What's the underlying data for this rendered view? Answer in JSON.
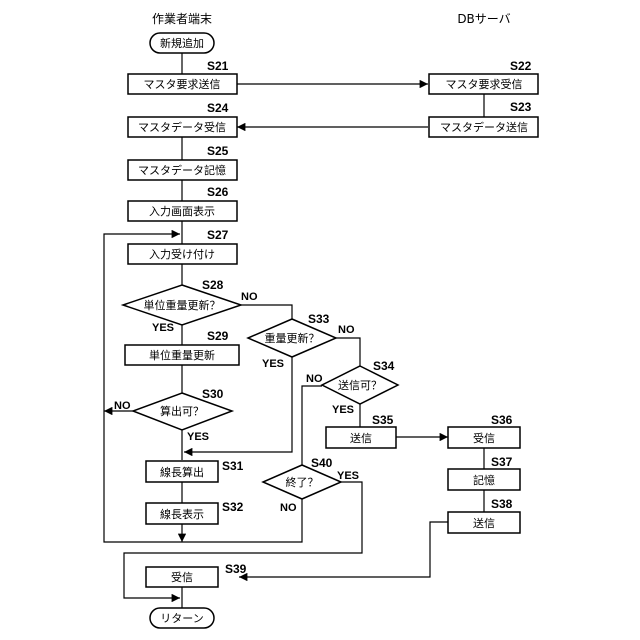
{
  "headers": {
    "terminal": "作業者端末",
    "server": "DBサーバ"
  },
  "nodes": {
    "start": {
      "text": "新規追加"
    },
    "s21": {
      "text": "マスタ要求送信",
      "step": "S21"
    },
    "s22": {
      "text": "マスタ要求受信",
      "step": "S22"
    },
    "s23": {
      "text": "マスタデータ送信",
      "step": "S23"
    },
    "s24": {
      "text": "マスタデータ受信",
      "step": "S24"
    },
    "s25": {
      "text": "マスタデータ記憶",
      "step": "S25"
    },
    "s26": {
      "text": "入力画面表示",
      "step": "S26"
    },
    "s27": {
      "text": "入力受け付け",
      "step": "S27"
    },
    "s28": {
      "text": "単位重量更新？",
      "step": "S28"
    },
    "s29": {
      "text": "単位重量更新",
      "step": "S29"
    },
    "s30": {
      "text": "算出可？",
      "step": "S30"
    },
    "s31": {
      "text": "線長算出",
      "step": "S31"
    },
    "s32": {
      "text": "線長表示",
      "step": "S32"
    },
    "s33": {
      "text": "重量更新？",
      "step": "S33"
    },
    "s34": {
      "text": "送信可？",
      "step": "S34"
    },
    "s35": {
      "text": "送信",
      "step": "S35"
    },
    "s36": {
      "text": "受信",
      "step": "S36"
    },
    "s37": {
      "text": "記憶",
      "step": "S37"
    },
    "s38": {
      "text": "送信",
      "step": "S38"
    },
    "s39": {
      "text": "受信",
      "step": "S39"
    },
    "s40": {
      "text": "終了？",
      "step": "S40"
    },
    "end": {
      "text": "リターン"
    }
  },
  "labels": {
    "s28_no": "NO",
    "s28_yes": "YES",
    "s33_no": "NO",
    "s33_yes": "YES",
    "s34_no": "NO",
    "s34_yes": "YES",
    "s30_no": "NO",
    "s30_yes": "YES",
    "s40_yes": "YES",
    "s40_no": "NO"
  }
}
